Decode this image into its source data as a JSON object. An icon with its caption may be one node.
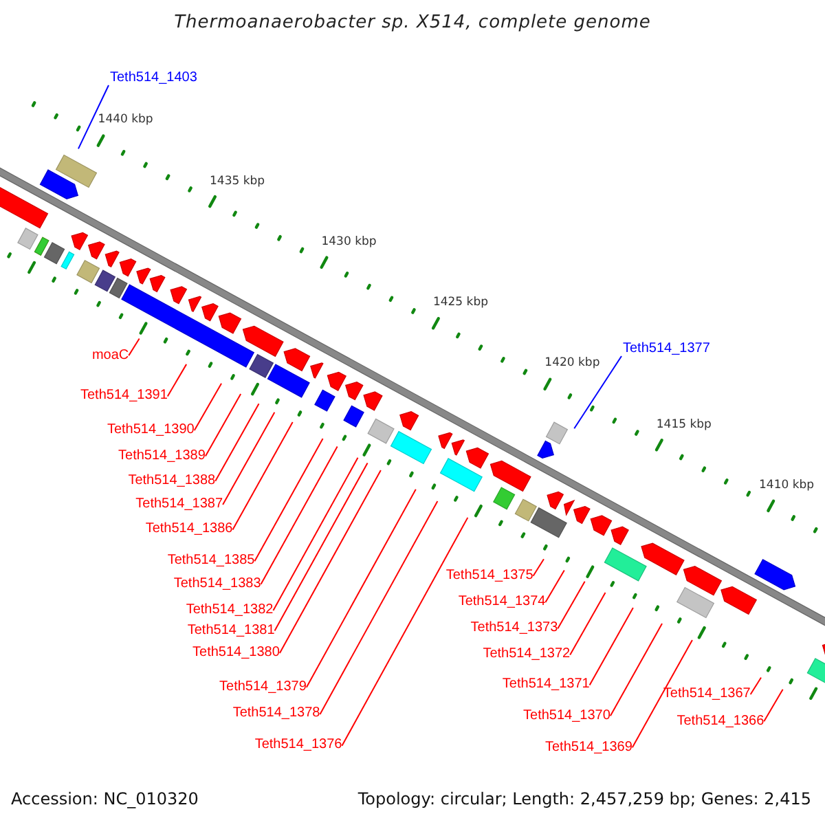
{
  "diagram": {
    "title": "Thermoanaerobacter sp. X514, complete genome",
    "nodes": [
      {
        "text": [
          "Teth514_1403"
        ]
      },
      {
        "text": [
          "Teth514_1377"
        ]
      },
      {
        "text": [
          "moaC"
        ]
      },
      {
        "text": [
          "Teth514_1391"
        ]
      },
      {
        "text": [
          "Teth514_1390"
        ]
      },
      {
        "text": [
          "Teth514_1389"
        ]
      },
      {
        "text": [
          "Teth514_1388"
        ]
      },
      {
        "text": [
          "Teth514_1387"
        ]
      },
      {
        "text": [
          "Teth514_1386"
        ]
      },
      {
        "text": [
          "Teth514_1385"
        ]
      },
      {
        "text": [
          "Teth514_1383"
        ]
      },
      {
        "text": [
          "Teth514_1382"
        ]
      },
      {
        "text": [
          "Teth514_1381"
        ]
      },
      {
        "text": [
          "Teth514_1380"
        ]
      },
      {
        "text": [
          "Teth514_1379"
        ]
      },
      {
        "text": [
          "Teth514_1378"
        ]
      },
      {
        "text": [
          "Teth514_1376"
        ]
      },
      {
        "text": [
          "Teth514_1375"
        ]
      },
      {
        "text": [
          "Teth514_1374"
        ]
      },
      {
        "text": [
          "Teth514_1373"
        ]
      },
      {
        "text": [
          "Teth514_1372"
        ]
      },
      {
        "text": [
          "Teth514_1371"
        ]
      },
      {
        "text": [
          "Teth514_1370"
        ]
      },
      {
        "text": [
          "Teth514_1369"
        ]
      },
      {
        "text": [
          "Teth514_1367"
        ]
      },
      {
        "text": [
          "Teth514_1366"
        ]
      }
    ],
    "edges": [
      {
        "from": 0,
        "to": null,
        "arrow": "none",
        "color": "#0000ff"
      },
      {
        "from": 1,
        "to": null,
        "arrow": "none",
        "color": "#0000ff"
      },
      {
        "from": 2,
        "to": null,
        "arrow": "none"
      },
      {
        "from": 3,
        "to": null,
        "arrow": "none"
      },
      {
        "from": 4,
        "to": null,
        "arrow": "none"
      },
      {
        "from": 5,
        "to": null,
        "arrow": "none"
      },
      {
        "from": 6,
        "to": null,
        "arrow": "none"
      },
      {
        "from": 7,
        "to": null,
        "arrow": "none"
      },
      {
        "from": 8,
        "to": null,
        "arrow": "none"
      },
      {
        "from": 9,
        "to": null,
        "arrow": "none"
      },
      {
        "from": 10,
        "to": null,
        "arrow": "none"
      },
      {
        "from": 11,
        "to": null,
        "arrow": "none"
      },
      {
        "from": 12,
        "to": null,
        "arrow": "none"
      },
      {
        "from": 13,
        "to": null,
        "arrow": "none"
      },
      {
        "from": 14,
        "to": null,
        "arrow": "none"
      },
      {
        "from": 15,
        "to": null,
        "arrow": "none"
      },
      {
        "from": 16,
        "to": null,
        "arrow": "none"
      },
      {
        "from": 17,
        "to": null,
        "arrow": "none"
      },
      {
        "from": 18,
        "to": null,
        "arrow": "none"
      },
      {
        "from": 19,
        "to": null,
        "arrow": "none"
      },
      {
        "from": 20,
        "to": null,
        "arrow": "none"
      },
      {
        "from": 21,
        "to": null,
        "arrow": "none"
      },
      {
        "from": 22,
        "to": null,
        "arrow": "none"
      },
      {
        "from": 23,
        "to": null,
        "arrow": "none"
      },
      {
        "from": 24,
        "to": null,
        "arrow": "none"
      },
      {
        "from": 25,
        "to": null,
        "arrow": "none"
      }
    ],
    "labels": [
      "1440 kbp",
      "1435 kbp",
      "1430 kbp",
      "1425 kbp",
      "1420 kbp",
      "1415 kbp",
      "1410 kbp",
      "Accession: NC_010320",
      "Topology: circular; Length: 2,457,259 bp; Genes: 2,415"
    ]
  }
}
